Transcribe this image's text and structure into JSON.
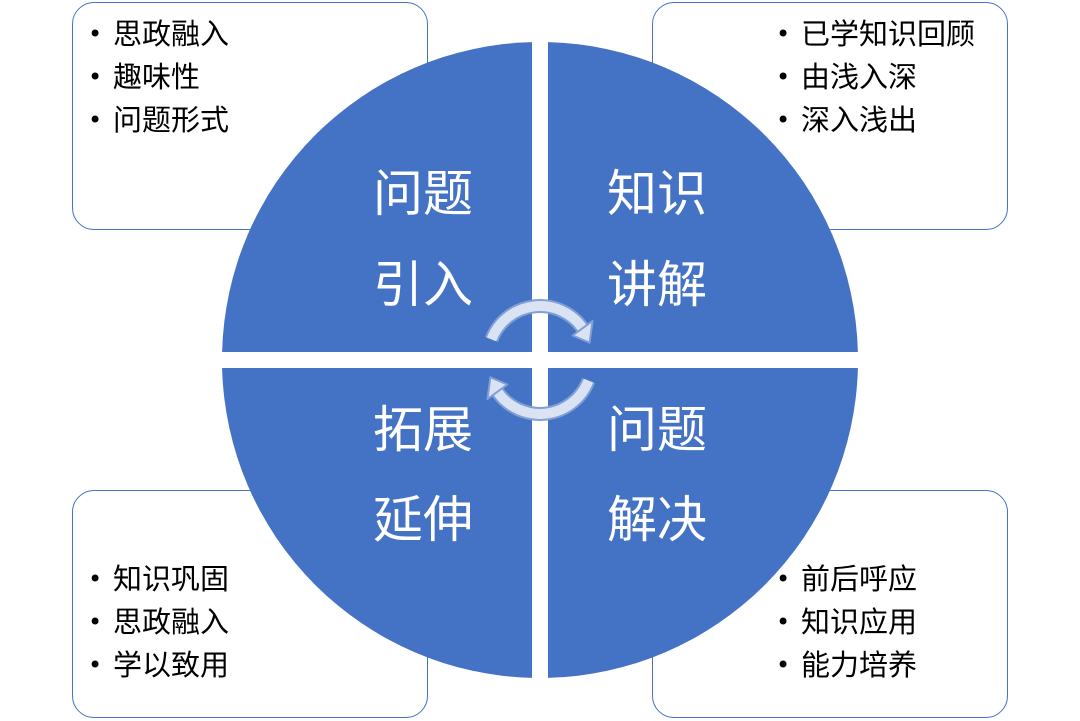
{
  "quadrants": [
    {
      "position": "top-left",
      "lines": [
        "问题",
        "引入"
      ]
    },
    {
      "position": "top-right",
      "lines": [
        "知识",
        "讲解"
      ]
    },
    {
      "position": "bottom-left",
      "lines": [
        "拓展",
        "延伸"
      ]
    },
    {
      "position": "bottom-right",
      "lines": [
        "问题",
        "解决"
      ]
    }
  ],
  "boxes": {
    "top_left": {
      "items": [
        "思政融入",
        "趣味性",
        "问题形式"
      ]
    },
    "top_right": {
      "items": [
        "已学知识回顾",
        "由浅入深",
        "深入浅出"
      ]
    },
    "bottom_left": {
      "items": [
        "知识巩固",
        "思政融入",
        "学以致用"
      ]
    },
    "bottom_right": {
      "items": [
        "前后呼应",
        "知识应用",
        "能力培养"
      ]
    }
  },
  "icons": {
    "center": "circular-arrows-icon"
  },
  "colors": {
    "circle": "#4472C4",
    "box_border": "#4472C4",
    "label_text": "#FFFFFF",
    "bullet_text": "#000000",
    "arrow_fill": "#DAE3F3",
    "arrow_stroke": "#7F9FD6"
  }
}
